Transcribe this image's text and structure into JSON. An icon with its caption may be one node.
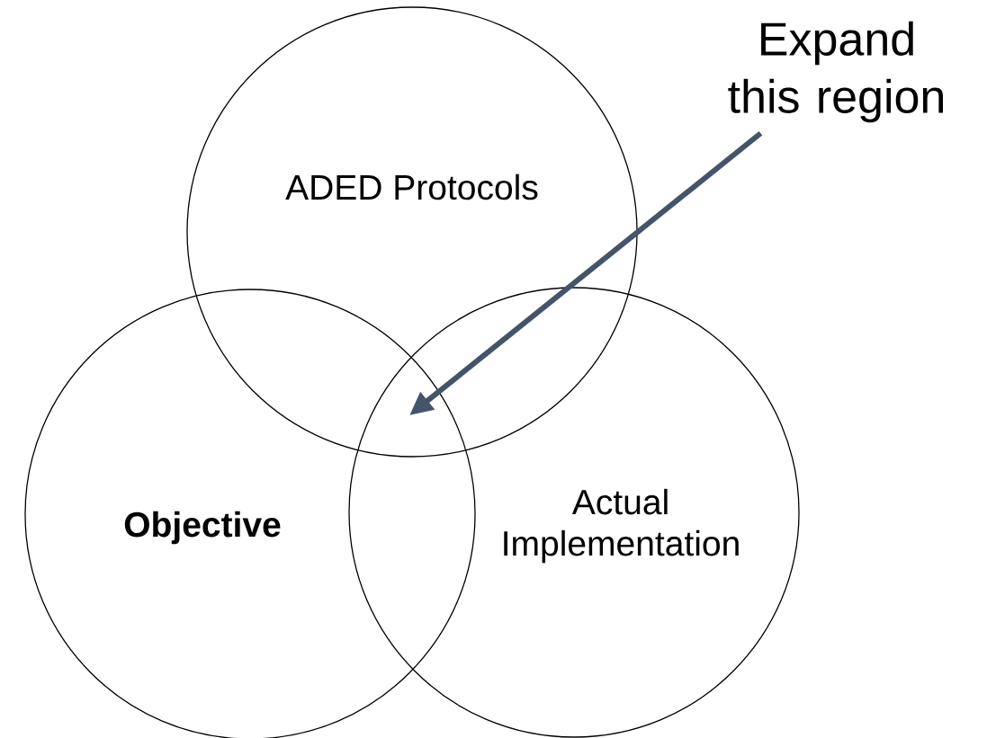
{
  "diagram": {
    "nodes": [
      {
        "text": [
          "ADED Protocols"
        ]
      },
      {
        "text": [
          "Objective"
        ]
      },
      {
        "text": [
          "Actual Implementation"
        ]
      },
      {
        "text": [
          "Expand this region"
        ]
      }
    ],
    "edges": [
      {
        "from": 3,
        "to": 0,
        "arrow": "to",
        "color": "#44546a"
      }
    ]
  }
}
